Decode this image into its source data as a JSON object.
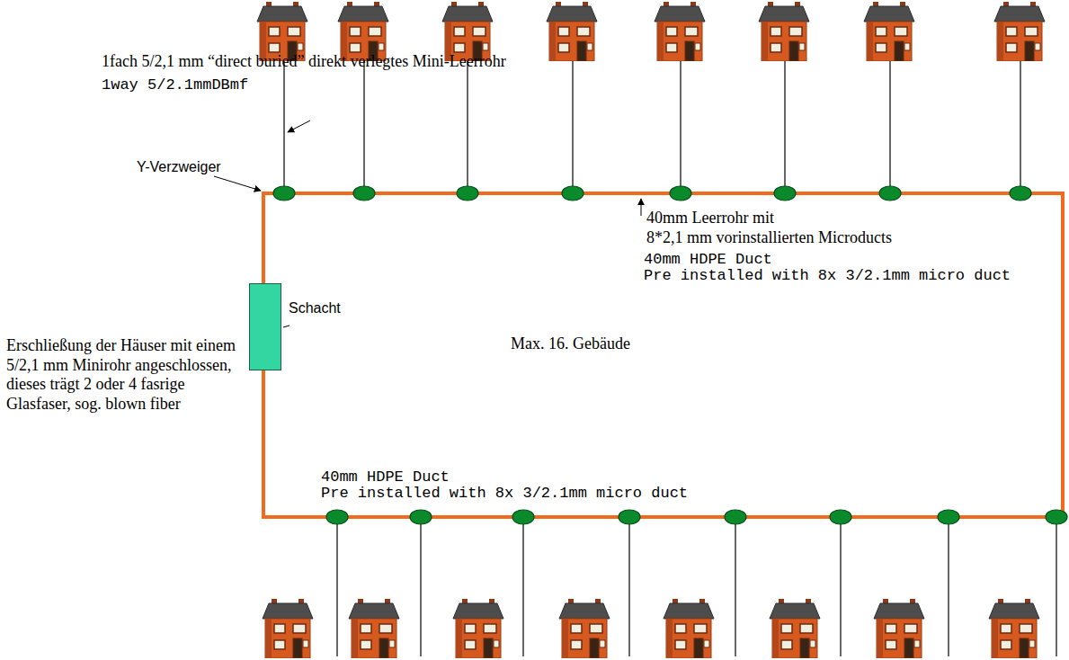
{
  "diagram": {
    "nodes": [
      {
        "text": [
          "Schacht"
        ]
      }
    ],
    "labels": [
      "1fach 5/2,1 mm “direct buried” direkt verlegtes Mini-Leerrohr",
      "1way 5/2.1mmDBmf",
      "Y-Verzweiger",
      "40mm Leerrohr mit",
      "8*2,1 mm vorinstallierten Microducts",
      "40mm HDPE Duct",
      "Pre installed with 8x 3/2.1mm micro duct",
      "Max. 16. Gebäude",
      "Erschließung der Häuser mit einem 5/2,1 mm Minirohr angeschlossen, dieses trägt 2 oder 4 fasrige Glasfaser, sog. blown fiber",
      "40mm HDPE Duct",
      "Pre installed with 8x 3/2.1mm micro duct"
    ]
  }
}
